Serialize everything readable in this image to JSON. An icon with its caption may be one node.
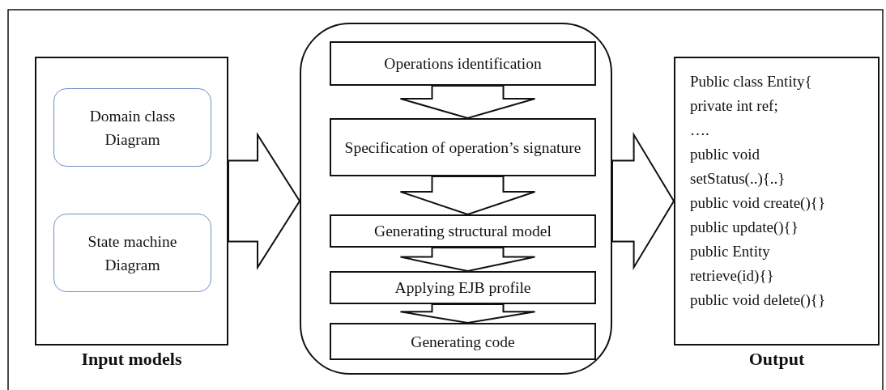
{
  "diagram": {
    "nodes": [
      {
        "text": [
          "Input models"
        ]
      },
      {
        "text": [
          "Domain class Diagram"
        ],
        "in": 0
      },
      {
        "text": [
          "State machine Diagram"
        ],
        "in": 0
      },
      {
        "text": [],
        "shape": "box"
      },
      {
        "text": [
          "Operations identification"
        ],
        "in": 3
      },
      {
        "text": [
          "Specification of operation’s signature"
        ],
        "in": 3
      },
      {
        "text": [
          "Generating structural model"
        ],
        "in": 3
      },
      {
        "text": [
          "Applying EJB profile"
        ],
        "in": 3
      },
      {
        "text": [
          "Generating code"
        ],
        "in": 3
      },
      {
        "text": [
          "Public class Entity{",
          "private int ref;",
          "….",
          "public void setStatus(..){..}",
          "public void create(){}",
          "public update(){}",
          "public Entity retrieve(id){}",
          "public void delete(){}",
          "Output"
        ]
      }
    ],
    "edges": [
      {
        "from": 0,
        "to": 3,
        "arrow": "to"
      },
      {
        "from": 4,
        "to": 5,
        "arrow": "to"
      },
      {
        "from": 5,
        "to": 6,
        "arrow": "to"
      },
      {
        "from": 6,
        "to": 7,
        "arrow": "to"
      },
      {
        "from": 7,
        "to": 8,
        "arrow": "to"
      },
      {
        "from": 3,
        "to": 9,
        "arrow": "to"
      }
    ]
  }
}
